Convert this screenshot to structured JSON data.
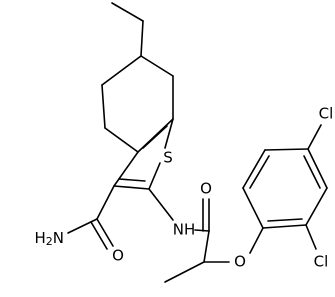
{
  "molecule": {
    "atom_labels": {
      "sulfur": "S",
      "amide_n": "H2N",
      "amide_n_main": "H",
      "amide_n_sub": "2",
      "amide_n_tail": "N",
      "carboxamide_o": "O",
      "nh": "NH",
      "propanoyl_o": "O",
      "ether_o": "O",
      "cl_para": "Cl",
      "cl_ortho": "Cl"
    }
  }
}
